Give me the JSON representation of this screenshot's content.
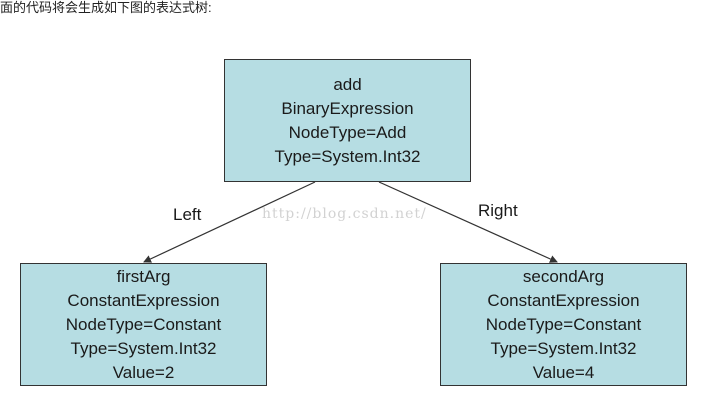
{
  "caption": "面的代码将会生成如下图的表达式树:",
  "watermark": "http://blog.csdn.net/",
  "colors": {
    "node_fill": "#b6dde3",
    "node_border": "#333333",
    "edge": "#333333"
  },
  "nodes": {
    "root": {
      "lines": [
        "add",
        "BinaryExpression",
        "NodeType=Add",
        "Type=System.Int32"
      ]
    },
    "left": {
      "lines": [
        "firstArg",
        "ConstantExpression",
        "NodeType=Constant",
        "Type=System.Int32",
        "Value=2"
      ]
    },
    "right": {
      "lines": [
        "secondArg",
        "ConstantExpression",
        "NodeType=Constant",
        "Type=System.Int32",
        "Value=4"
      ]
    }
  },
  "edges": {
    "left_label": "Left",
    "right_label": "Right"
  }
}
